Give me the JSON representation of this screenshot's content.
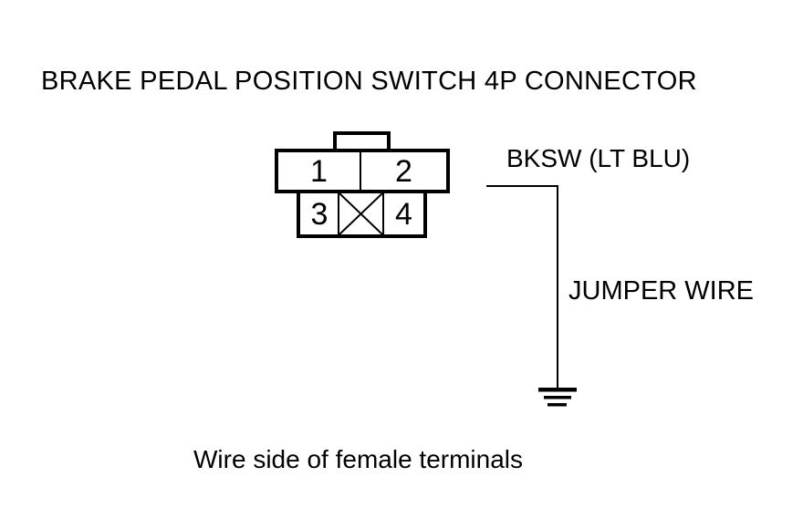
{
  "title": "BRAKE PEDAL POSITION SWITCH 4P CONNECTOR",
  "connector": {
    "pins": [
      "1",
      "2",
      "3",
      "4"
    ],
    "blocked_cavity_icon": "x-cross"
  },
  "wire": {
    "signal_label": "BKSW (LT BLU)",
    "jumper_label": "JUMPER WIRE",
    "ground_icon": "ground-symbol"
  },
  "caption": "Wire side of female terminals",
  "colors": {
    "foreground": "#000000",
    "background": "#ffffff"
  }
}
